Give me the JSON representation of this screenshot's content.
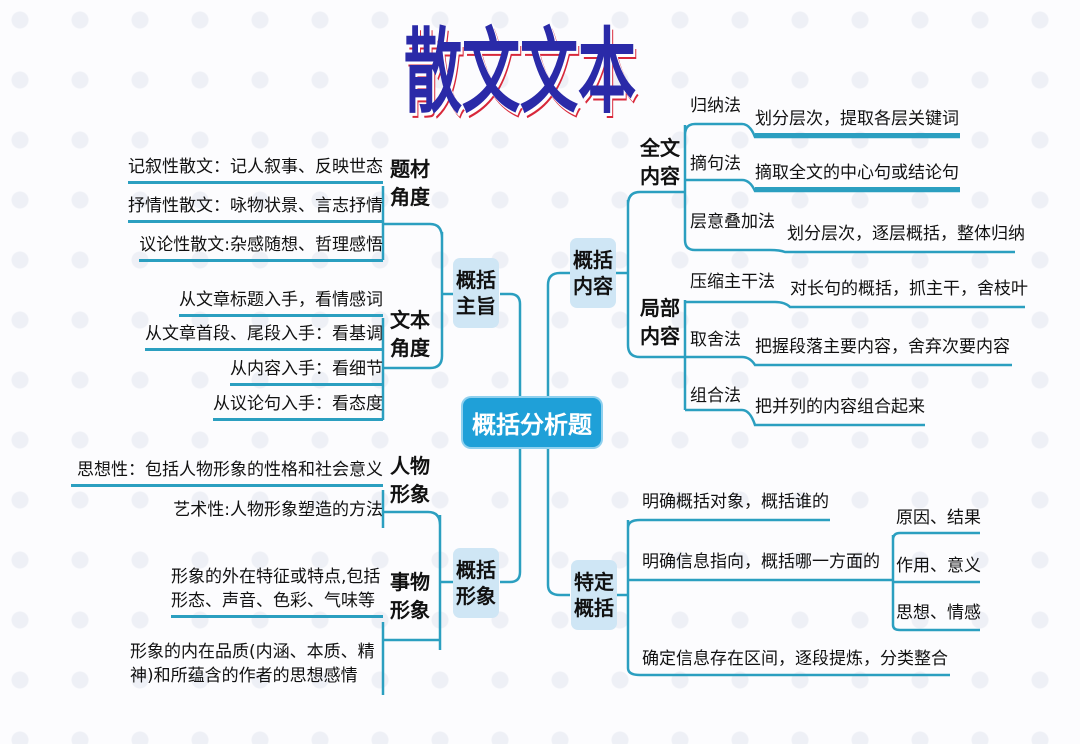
{
  "title": "散文文本",
  "center": "概括分析题",
  "branches": {
    "theme": {
      "label": "概括主旨",
      "subject": {
        "label": "题材角度",
        "items": [
          "记叙性散文：记人叙事、反映世态",
          "抒情性散文：咏物状景、言志抒情",
          "议论性散文:杂感随想、哲理感悟"
        ]
      },
      "text": {
        "label": "文本角度",
        "items": [
          "从文章标题入手，看情感词",
          "从文章首段、尾段入手：看基调",
          "从内容入手：看细节",
          "从议论句入手：看态度"
        ]
      }
    },
    "content": {
      "label": "概括内容",
      "whole": {
        "label": "全文内容",
        "methods": [
          {
            "name": "归纳法",
            "desc": "划分层次，提取各层关键词"
          },
          {
            "name": "摘句法",
            "desc": "摘取全文的中心句或结论句"
          },
          {
            "name": "层意叠加法",
            "desc": "划分层次，逐层概括，整体归纳"
          }
        ]
      },
      "part": {
        "label": "局部内容",
        "methods": [
          {
            "name": "压缩主干法",
            "desc": "对长句的概括，抓主干，舍枝叶"
          },
          {
            "name": "取舍法",
            "desc": "把握段落主要内容，舍弃次要内容"
          },
          {
            "name": "组合法",
            "desc": "把并列的内容组合起来"
          }
        ]
      }
    },
    "image": {
      "label": "概括形象",
      "person": {
        "label": "人物形象",
        "items": [
          "思想性：包括人物形象的性格和社会意义",
          "艺术性:人物形象塑造的方法"
        ]
      },
      "thing": {
        "label": "事物形象",
        "items": [
          "形象的外在特征或特点,包括形态、声音、色彩、气味等",
          "形象的内在品质(内涵、本质、精神)和所蕴含的作者的思想感情"
        ]
      }
    },
    "specific": {
      "label": "特定概括",
      "items": [
        "明确概括对象，概括谁的",
        "明确信息指向，概括哪一方面的",
        "确定信息存在区间，逐段提炼，分类整合"
      ],
      "aspects": [
        "原因、结果",
        "作用、意义",
        "思想、情感"
      ]
    }
  },
  "colors": {
    "line": "#2b9fc0",
    "center": "#1fa0d8",
    "node": "#cfe6f5",
    "title": "#2a2aa8"
  }
}
